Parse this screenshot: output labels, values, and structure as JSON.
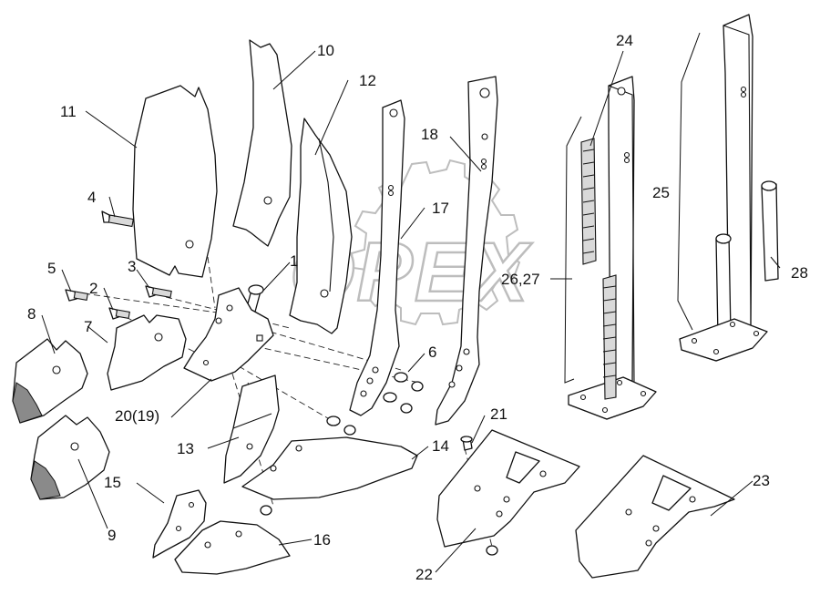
{
  "diagram": {
    "watermark": "OPEX",
    "callouts": {
      "c1": "1",
      "c2": "2",
      "c3": "3",
      "c4": "4",
      "c5": "5",
      "c6": "6",
      "c7": "7",
      "c8": "8",
      "c9": "9",
      "c10": "10",
      "c11": "11",
      "c12": "12",
      "c13": "13",
      "c14": "14",
      "c15": "15",
      "c16": "16",
      "c17": "17",
      "c18": "18",
      "c20": "20(19)",
      "c21": "21",
      "c22": "22",
      "c23": "23",
      "c24": "24",
      "c25": "25",
      "c2627": "26,27",
      "c28": "28"
    }
  }
}
